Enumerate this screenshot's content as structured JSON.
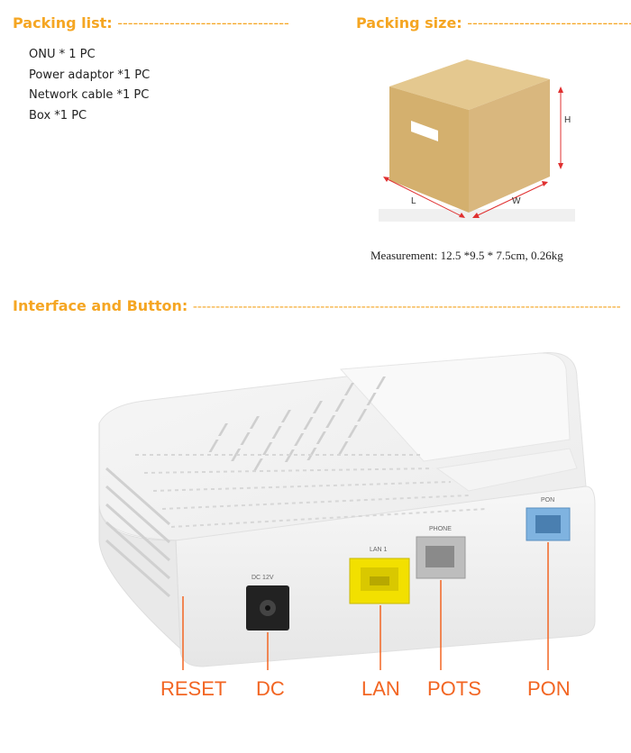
{
  "sections": {
    "packing_list_title": "Packing list:",
    "packing_size_title": "Packing size:",
    "interface_title": "Interface and Button:",
    "dashes_short": "---------------------------------",
    "dashes_long": "----------------------------------------------------------------------------------------------"
  },
  "packing_list": {
    "items": [
      "ONU * 1 PC",
      "Power adaptor *1 PC",
      "Network cable *1 PC",
      "Box *1 PC"
    ]
  },
  "box": {
    "height_label": "H",
    "length_label": "L",
    "width_label": "W",
    "measurement": "Measurement: 12.5 *9.5 * 7.5cm, 0.26kg"
  },
  "device": {
    "port_text": {
      "dc": "DC 12V",
      "lan": "LAN 1",
      "phone": "PHONE",
      "pon": "PON"
    },
    "labels": {
      "reset": "RESET",
      "dc": "DC",
      "lan": "LAN",
      "pots": "POTS",
      "pon": "PON"
    }
  },
  "colors": {
    "accent": "#f5a623",
    "label": "#f26522",
    "box": "#d9b77e",
    "pon_port": "#7fb3e0",
    "lan_port": "#f2e000"
  }
}
